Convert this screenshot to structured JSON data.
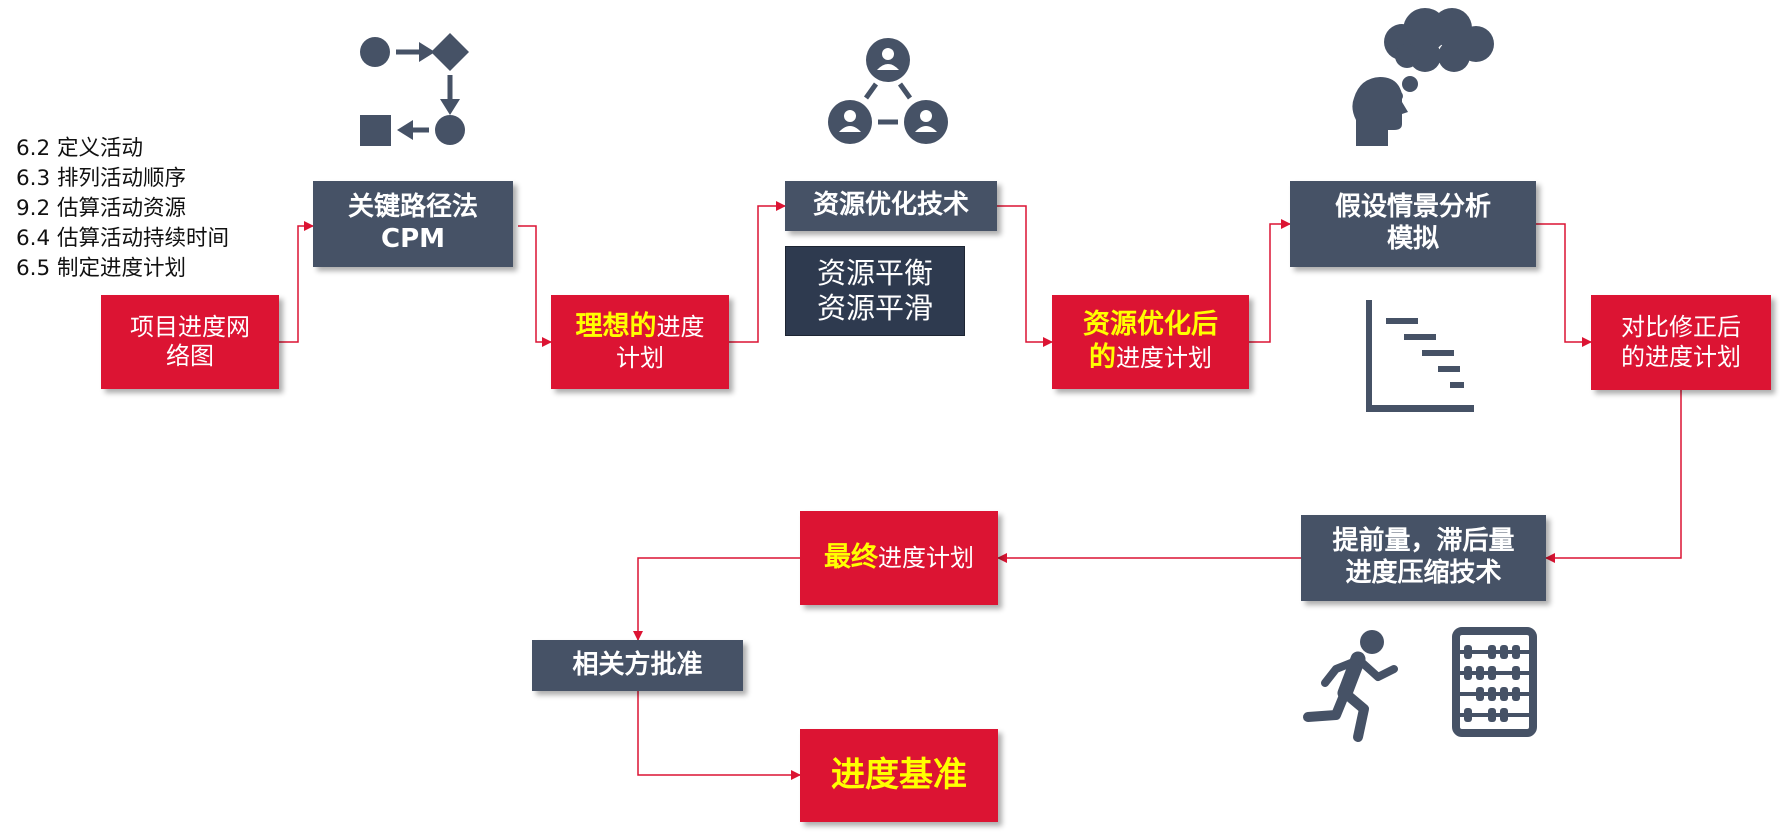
{
  "process_list": [
    "6.2 定义活动",
    "6.3 排列活动顺序",
    "9.2 估算活动资源",
    "6.4 估算活动持续时间",
    "6.5 制定进度计划"
  ],
  "nodes": {
    "network": {
      "lines": [
        "项目进度网",
        "络图"
      ]
    },
    "cpm": {
      "lines": [
        "关键路径法",
        "CPM"
      ]
    },
    "ideal_plan": {
      "hl": "理想的",
      "rest": "进度",
      "line2": "计划"
    },
    "resource_opt": {
      "label": "资源优化技术"
    },
    "resource_methods": {
      "lines": [
        "资源平衡",
        "资源平滑"
      ]
    },
    "optimized_plan": {
      "hl1": "资源优化后",
      "hl2": "的",
      "rest": "进度计划"
    },
    "what_if": {
      "lines": [
        "假设情景分析",
        "模拟"
      ]
    },
    "revised_plan": {
      "lines": [
        "对比修正后",
        "的进度计划"
      ]
    },
    "lead_lag": {
      "lines": [
        "提前量，滞后量",
        "进度压缩技术"
      ]
    },
    "final_plan": {
      "hl": "最终",
      "rest": "进度计划"
    },
    "approval": {
      "label": "相关方批准"
    },
    "baseline": {
      "label": "进度基准"
    }
  },
  "colors": {
    "red": "#dc1433",
    "slate": "#465266",
    "dark": "#2e3a4f",
    "highlight": "#ffff00",
    "icon": "#465266",
    "connector": "#dc1433"
  },
  "icons": [
    "flowchart-icon",
    "network-people-icon",
    "thinking-head-icon",
    "gantt-chart-icon",
    "running-person-icon",
    "abacus-icon"
  ]
}
